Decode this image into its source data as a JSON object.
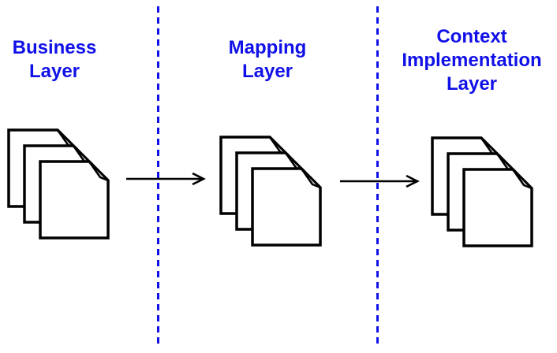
{
  "diagram": {
    "colors": {
      "accent": "#1010E8",
      "ink": "#000000",
      "fold": "#D9D9D9",
      "background": "#FFFFFF"
    },
    "columns": [
      {
        "name": "business-layer",
        "label": "Business\nLayer",
        "icon": "document-stack-icon"
      },
      {
        "name": "mapping-layer",
        "label": "Mapping\nLayer",
        "icon": "document-stack-icon"
      },
      {
        "name": "context-implementation-layer",
        "label": "Context\nImplementation\nLayer",
        "icon": "document-stack-icon"
      }
    ],
    "arrows": [
      {
        "name": "arrow-business-to-mapping",
        "direction": "right"
      },
      {
        "name": "arrow-mapping-to-context",
        "direction": "right"
      }
    ],
    "separators": [
      {
        "name": "separator-business-mapping",
        "style": "dashed"
      },
      {
        "name": "separator-mapping-context",
        "style": "dashed"
      }
    ]
  }
}
